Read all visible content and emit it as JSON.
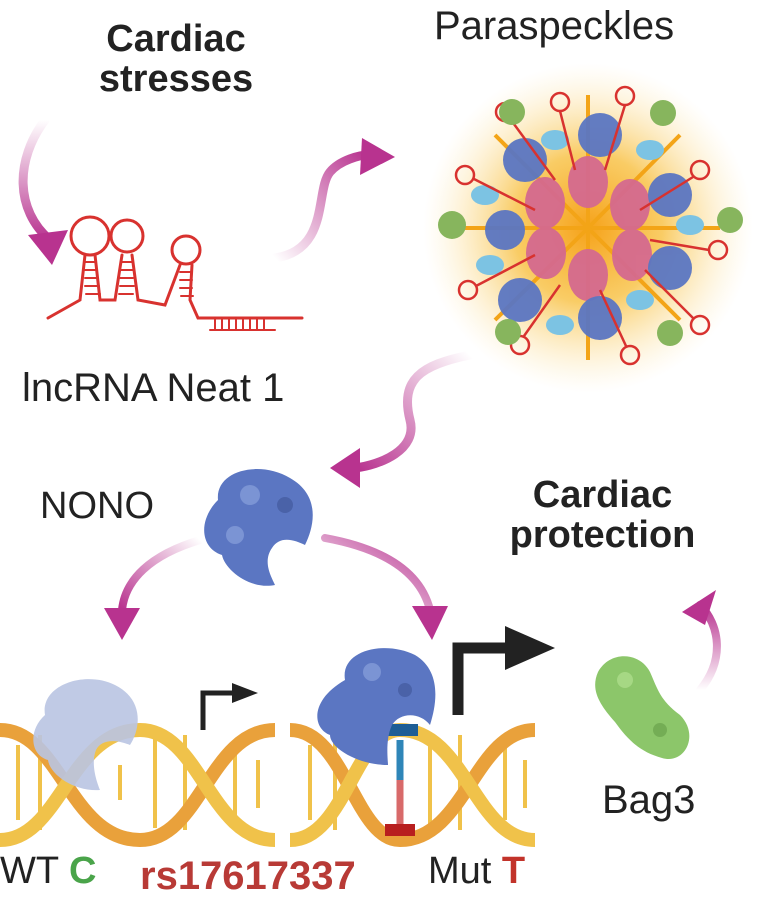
{
  "labels": {
    "cardiac_stresses": [
      "Cardiac",
      "stresses"
    ],
    "paraspeckles": "Paraspeckles",
    "lncrna": "lncRNA Neat 1",
    "nono": "NONO",
    "cardiac_protection": [
      "Cardiac",
      "protection"
    ],
    "bag3": "Bag3",
    "wt_prefix": "WT",
    "wt_allele": "C",
    "snp_id": "rs17617337",
    "mut_prefix": "Mut",
    "mut_allele": "T"
  },
  "colors": {
    "arrow": "#b8338f",
    "rna": "#d8322f",
    "protein": "#5b76c2",
    "protein_faded": "#b9c4e2",
    "dna_strand_a": "#e9a13b",
    "dna_strand_b": "#f0c24a",
    "wt_allele": "#4aa44a",
    "mut_allele": "#c2332a",
    "snp": "#b83a36",
    "bag3": "#8cc66a",
    "halo": "#f7b52a"
  },
  "icons": [
    "curved-arrow-icon",
    "rna-hairpin-icon",
    "paraspeckle-icon",
    "nono-protein-icon",
    "dna-helix-icon",
    "promoter-arrow-icon",
    "bag3-protein-icon"
  ]
}
